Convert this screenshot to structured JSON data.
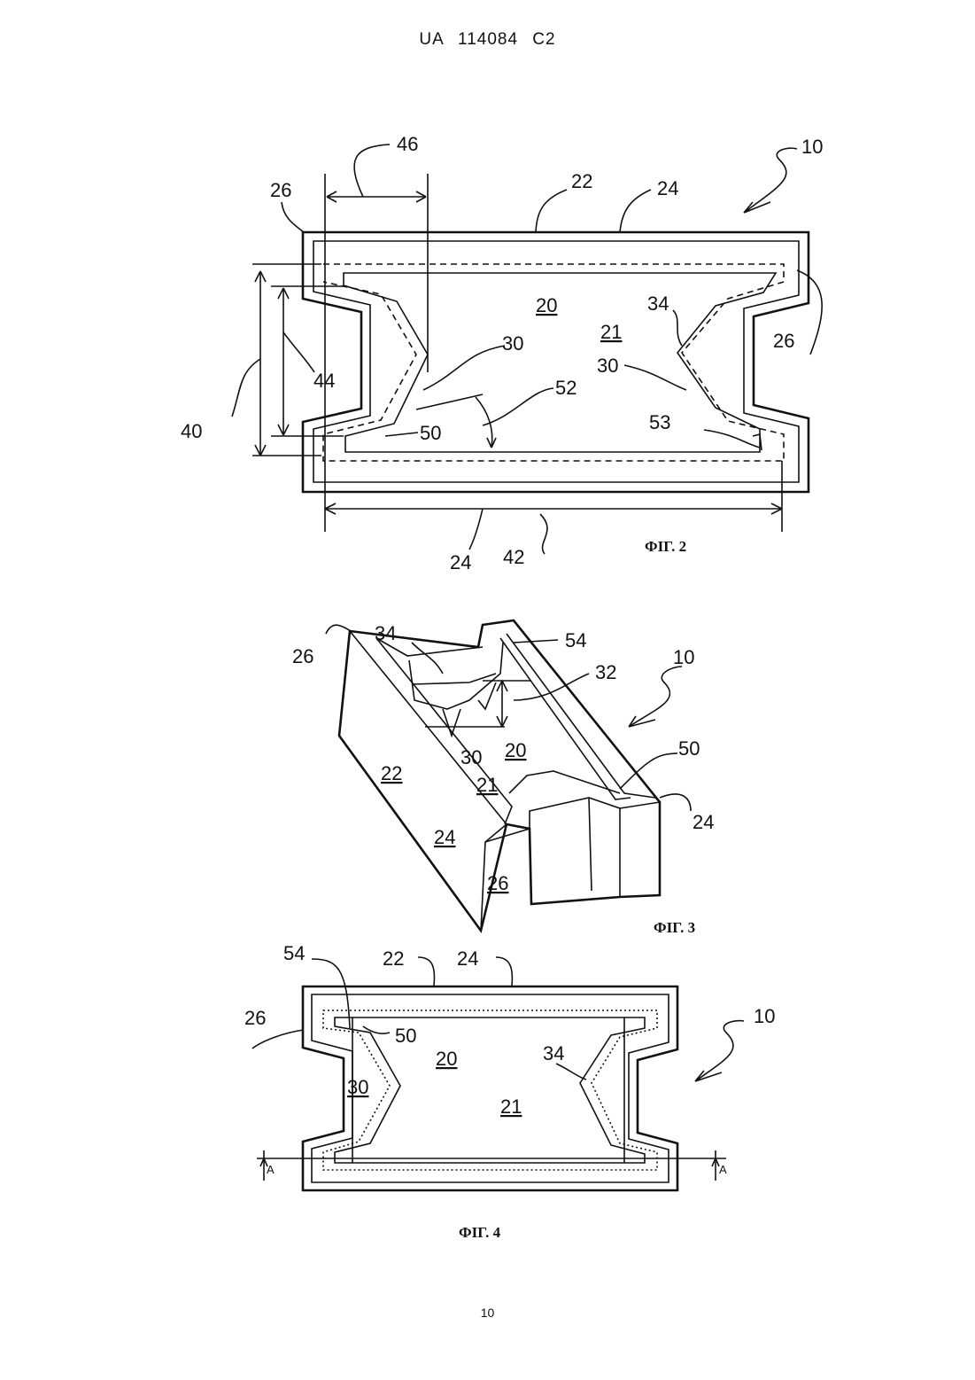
{
  "header": {
    "text": "UA   114084   C2"
  },
  "page_number": "10",
  "figures": [
    {
      "caption": "ФІГ. 2",
      "labels": [
        "46",
        "26",
        "22",
        "24",
        "10",
        "20",
        "21",
        "34",
        "26",
        "30",
        "30",
        "44",
        "40",
        "50",
        "52",
        "53",
        "24",
        "42"
      ]
    },
    {
      "caption": "ФІГ. 3",
      "labels": [
        "26",
        "34",
        "54",
        "10",
        "32",
        "20",
        "30",
        "50",
        "22",
        "21",
        "24",
        "24",
        "26"
      ]
    },
    {
      "caption": "ФІГ. 4",
      "labels": [
        "54",
        "22",
        "24",
        "26",
        "50",
        "20",
        "10",
        "34",
        "30",
        "21",
        "A",
        "A"
      ]
    }
  ]
}
